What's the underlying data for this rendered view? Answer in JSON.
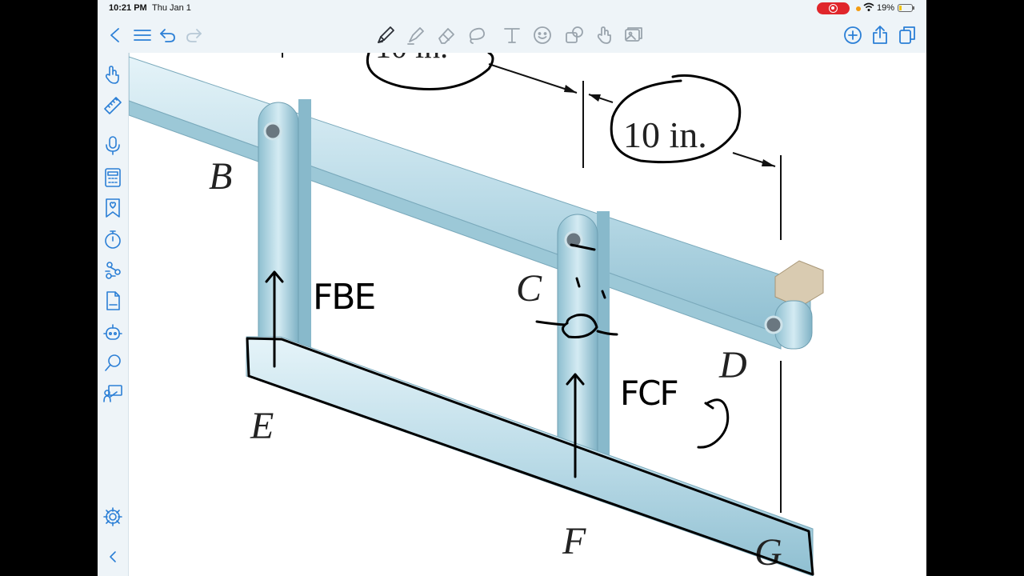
{
  "status": {
    "time": "10:21 PM",
    "date": "Thu Jan 1",
    "battery": "19%",
    "battery_level": 0.19
  },
  "toolbar": {
    "left_icons": [
      "back-chevron-icon",
      "menu-icon",
      "undo-icon",
      "redo-icon"
    ],
    "tools": [
      "pen-tool-icon",
      "highlighter-tool-icon",
      "eraser-tool-icon",
      "lasso-tool-icon",
      "text-tool-icon",
      "sticker-tool-icon",
      "shapes-tool-icon",
      "hand-tool-icon",
      "image-tool-icon"
    ],
    "right_icons": [
      "add-icon",
      "share-icon",
      "pages-icon"
    ]
  },
  "sidebar": {
    "icons": [
      "hand-icon",
      "ruler-icon",
      "microphone-icon",
      "calculator-icon",
      "bookmark-icon",
      "timer-icon",
      "diagram-icon",
      "document-icon",
      "assistant-icon",
      "search-icon",
      "presentation-icon",
      "settings-icon",
      "collapse-icon"
    ]
  },
  "diagram": {
    "labels": {
      "B": "B",
      "C": "C",
      "D": "D",
      "E": "E",
      "F": "F",
      "G": "G"
    },
    "dimension_top": "10 in.",
    "dimension_right": "10 in."
  },
  "annotations": {
    "force_be": "FBE",
    "force_cf": "FCF"
  }
}
